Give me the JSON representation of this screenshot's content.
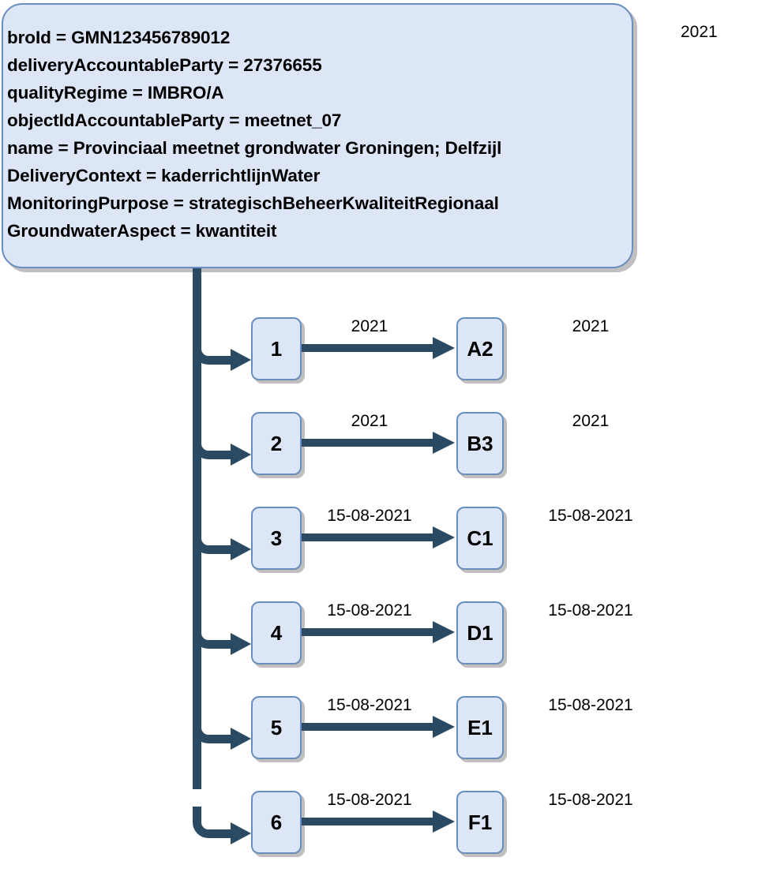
{
  "diagram": {
    "title_label": "2021",
    "attribute_box": {
      "name": "gmn-attribute-box",
      "lines": [
        "broId = GMN123456789012",
        "deliveryAccountableParty = 27376655",
        "qualityRegime = IMBRO/A",
        "objectIdAccountableParty = meetnet_07",
        "name = Provinciaal meetnet grondwater Groningen; Delfzijl",
        "DeliveryContext = kaderrichtlijnWater",
        "MonitoringPurpose = strategischBeheerKwaliteitRegionaal",
        "GroundwaterAspect = kwantiteit"
      ]
    },
    "rows": [
      {
        "index": "1",
        "target": "A2",
        "edge_label": "2021",
        "trail_label": "2021"
      },
      {
        "index": "2",
        "target": "B3",
        "edge_label": "2021",
        "trail_label": "2021"
      },
      {
        "index": "3",
        "target": "C1",
        "edge_label": "15-08-2021",
        "trail_label": "15-08-2021"
      },
      {
        "index": "4",
        "target": "D1",
        "edge_label": "15-08-2021",
        "trail_label": "15-08-2021"
      },
      {
        "index": "5",
        "target": "E1",
        "edge_label": "15-08-2021",
        "trail_label": "15-08-2021"
      },
      {
        "index": "6",
        "target": "F1",
        "edge_label": "15-08-2021",
        "trail_label": "15-08-2021"
      }
    ],
    "colors": {
      "node_fill": "#dce6f7",
      "node_border": "#6a8dc0",
      "connector": "#2a4a63",
      "shadow": "#bfbfbf",
      "text": "#000000",
      "background": "#ffffff"
    }
  }
}
